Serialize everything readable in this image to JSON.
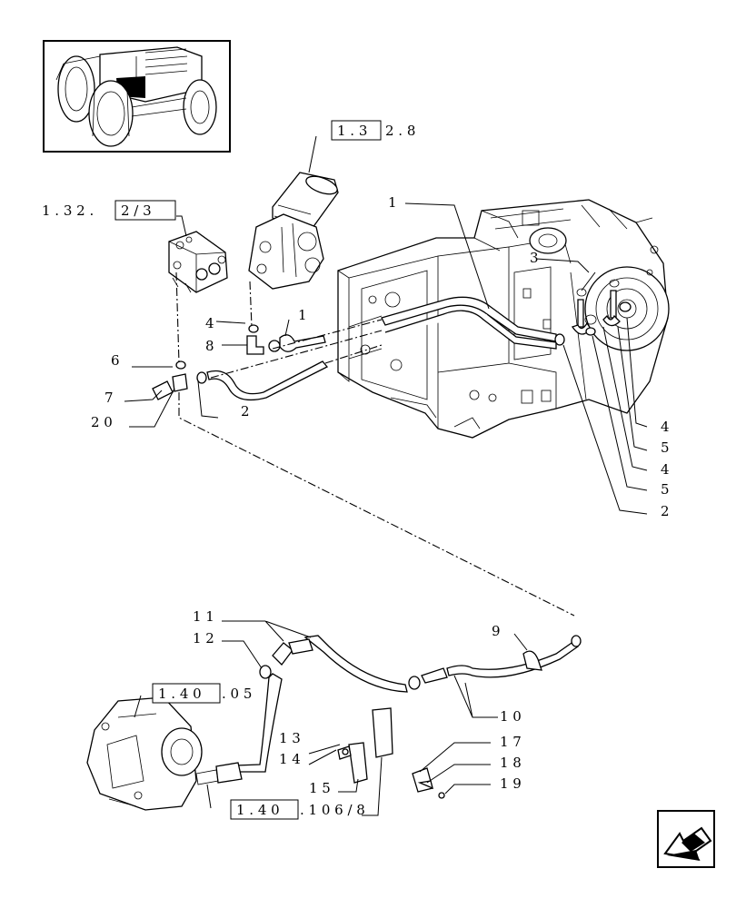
{
  "callouts": {
    "c1_top": "1",
    "c1_mid": "1",
    "c2_left": "2",
    "c2_right": "2",
    "c3": "3",
    "c4_a": "4",
    "c4_b": "4",
    "c4_c": "4",
    "c5_a": "5",
    "c5_b": "5",
    "c6": "6",
    "c7": "7",
    "c8": "8",
    "c9": "9",
    "c10": "1 0",
    "c11": "1 1",
    "c12": "1 2",
    "c13": "1 3",
    "c14": "1 4",
    "c15": "1 5",
    "c17": "1 7",
    "c18": "1 8",
    "c19": "1 9",
    "c20": "2 0"
  },
  "references": {
    "ref_1328_box": "1 . 3",
    "ref_1328_tail": "2 . 8",
    "ref_132_head": "1 . 3 2 .",
    "ref_132_box": "2 / 3",
    "ref_140_05_box": "1 . 4 0",
    "ref_140_05_tail": ". 0 5",
    "ref_140_106_box": "1 . 4 0",
    "ref_140_106_tail": ". 1 0 6 / 8"
  },
  "icons": {
    "thumbnail": "tractor-thumbnail-icon",
    "nav": "previous-page-arrow-icon"
  }
}
